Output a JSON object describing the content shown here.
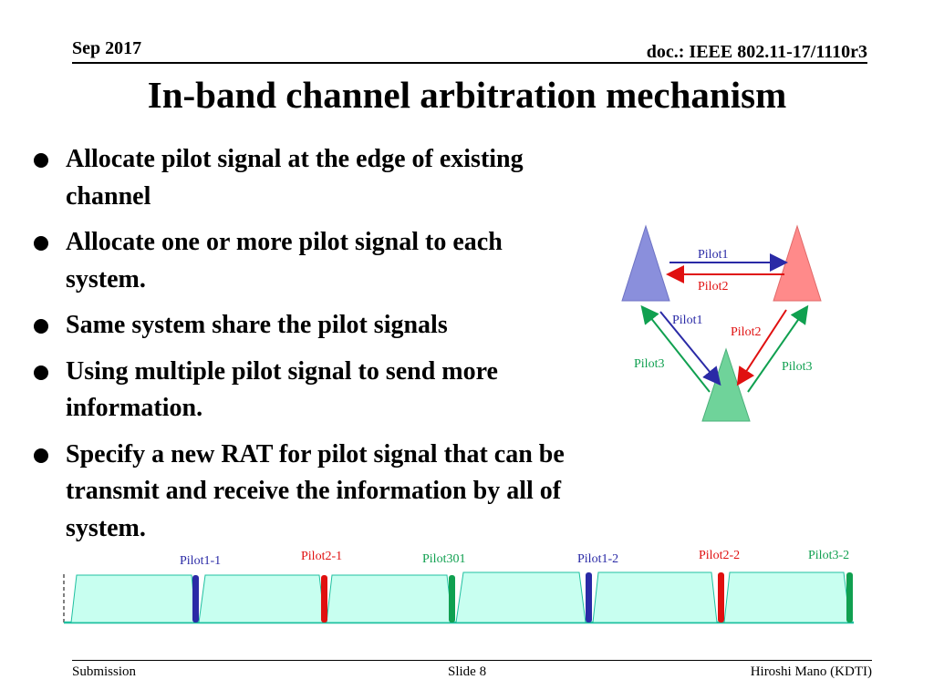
{
  "header": {
    "date": "Sep 2017",
    "doc": "doc.: IEEE 802.11-17/1110r3"
  },
  "title": "In-band channel arbitration mechanism",
  "bullets": [
    "Allocate pilot signal at the edge of existing channel",
    "Allocate one or more pilot signal to each system.",
    "Same system  share the pilot signals",
    "Using multiple pilot signal to send more information.",
    "Specify a new RAT for pilot signal that can be transmit and receive the information by all of system."
  ],
  "diagram": {
    "labels": {
      "pilot1_top": "Pilot1",
      "pilot2_top": "Pilot2",
      "pilot1_mid": "Pilot1",
      "pilot2_mid": "Pilot2",
      "pilot3_left": "Pilot3",
      "pilot3_right": "Pilot3"
    },
    "colors": {
      "blue": "#8a8fdc",
      "red": "#ff8a8a",
      "green": "#6fd39a",
      "arrow_blue": "#2a2aa6",
      "arrow_red": "#e01010",
      "arrow_green": "#10a050"
    }
  },
  "band": {
    "labels": [
      "Pilot1-1",
      "Pilot2-1",
      "Pilot301",
      "Pilot1-2",
      "Pilot2-2",
      "Pilot3-2"
    ],
    "label_colors": [
      "#2a2aa6",
      "#e01010",
      "#10a050",
      "#2a2aa6",
      "#e01010",
      "#10a050"
    ],
    "channel_fill": "#c8fff0",
    "channel_stroke": "#20c0a0"
  },
  "footer": {
    "left": "Submission",
    "center": "Slide 8",
    "right": "Hiroshi Mano (KDTI)"
  }
}
